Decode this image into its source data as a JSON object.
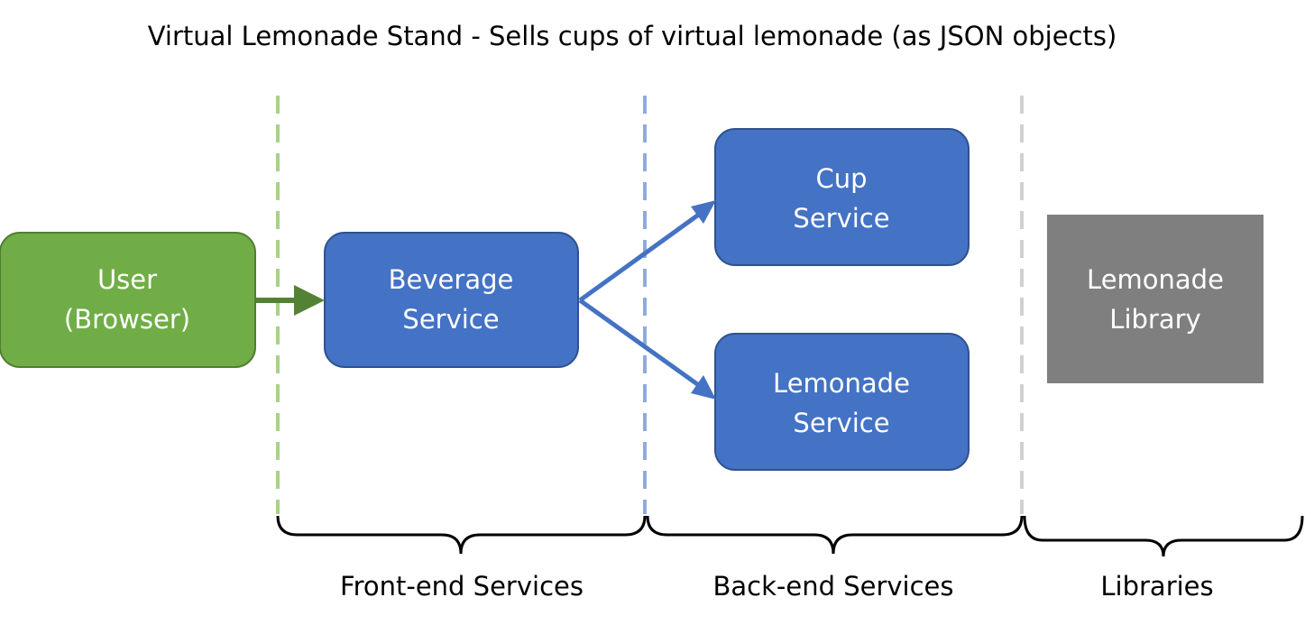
{
  "title": "Virtual Lemonade Stand - Sells cups of virtual lemonade (as JSON objects)",
  "nodes": {
    "user": {
      "line1": "User",
      "line2": "(Browser)",
      "color": "#70ad47"
    },
    "beverage": {
      "line1": "Beverage",
      "line2": "Service",
      "color": "#4472c4"
    },
    "cup": {
      "line1": "Cup",
      "line2": "Service",
      "color": "#4472c4"
    },
    "lemonade_service": {
      "line1": "Lemonade",
      "line2": "Service",
      "color": "#4472c4"
    },
    "lemonade_library": {
      "line1": "Lemonade",
      "line2": "Library",
      "color": "#7f7f7f"
    }
  },
  "regions": {
    "frontend": {
      "label": "Front-end Services",
      "divider_color": "#a9d18e"
    },
    "backend": {
      "label": "Back-end Services",
      "divider_color": "#8faadc"
    },
    "libraries": {
      "label": "Libraries",
      "divider_color": "#d0d0d0"
    }
  },
  "edges": [
    {
      "from": "user",
      "to": "beverage",
      "color": "#548235"
    },
    {
      "from": "beverage",
      "to": "cup",
      "color": "#4472c4"
    },
    {
      "from": "beverage",
      "to": "lemonade_service",
      "color": "#4472c4"
    }
  ]
}
